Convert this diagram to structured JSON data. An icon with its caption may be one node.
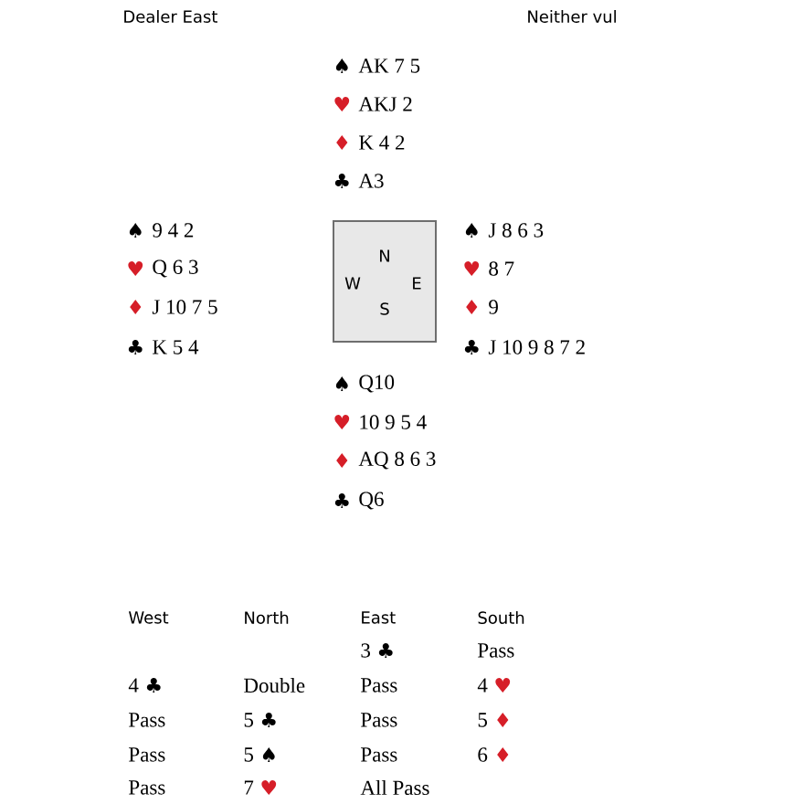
{
  "diagram": {
    "nodes": [
      {
        "text": [
          "N",
          "W",
          "E",
          "S"
        ]
      }
    ],
    "labels": [
      "Dealer East",
      "Neither vul",
      "♠",
      "AK 7 5",
      "♥",
      "AKJ 2",
      "♦",
      "K 4 2",
      "♣",
      "A3",
      "♠",
      "9 4 2",
      "♥",
      "Q 6 3",
      "♦",
      "J 10 7 5",
      "♣",
      "K 5 4",
      "♠",
      "J 8 6 3",
      "♥",
      "8 7",
      "♦",
      "9",
      "♣",
      "J 10 9 8 7 2",
      "♠",
      "Q10",
      "♥",
      "10 9 5 4",
      "♦",
      "AQ 8 6 3",
      "♣",
      "Q6",
      "West",
      "North",
      "East",
      "South",
      "3",
      "♣",
      "Pass",
      "4",
      "♣",
      "Double",
      "Pass",
      "4",
      "♥",
      "Pass",
      "5",
      "♣",
      "Pass",
      "5",
      "♦",
      "Pass",
      "5",
      "♠",
      "Pass",
      "6",
      "♦",
      "Pass",
      "7",
      "♥",
      "All Pass"
    ]
  }
}
